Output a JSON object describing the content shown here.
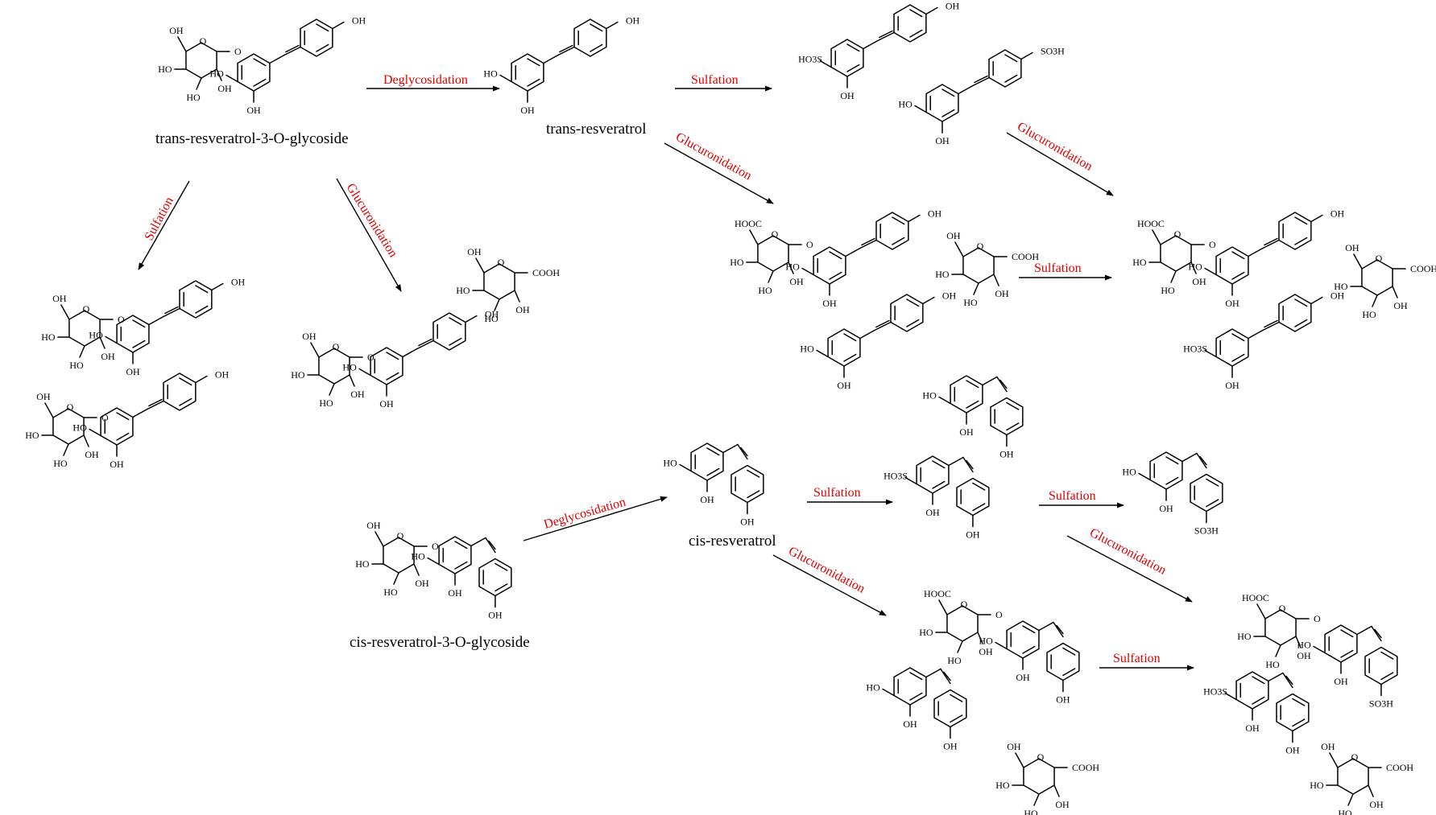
{
  "compounds": {
    "trans_gly": "trans-resveratrol-3-O-glycoside",
    "trans_res": "trans-resveratrol",
    "cis_res": "cis-resveratrol",
    "cis_gly": "cis-resveratrol-3-O-glycoside"
  },
  "reactions": {
    "deglycosidation": "Deglycosidation",
    "sulfation": "Sulfation",
    "glucuronidation": "Glucuronidation"
  },
  "groups": {
    "oh": "OH",
    "ho": "HO",
    "o": "O",
    "cooh": "COOH",
    "hooc": "HOOC",
    "so3h": "SO3H",
    "ho3s": "HO3S"
  }
}
